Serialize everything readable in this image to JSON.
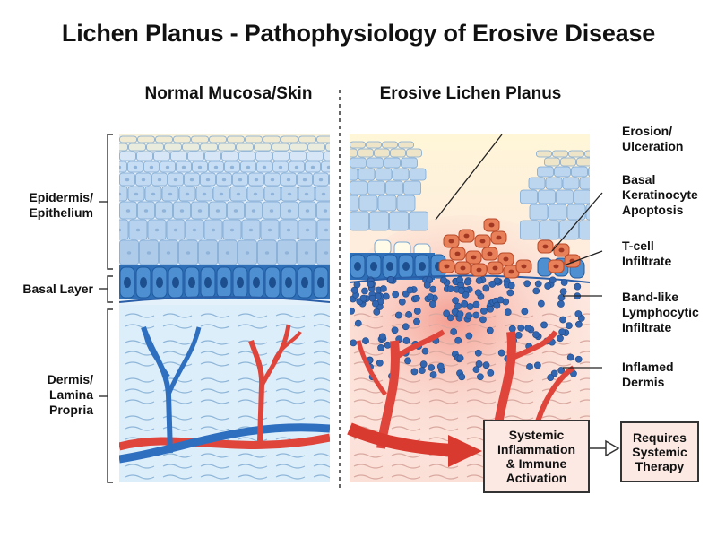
{
  "title": "Lichen Planus - Pathophysiology of Erosive Disease",
  "panels": {
    "normal": "Normal Mucosa/Skin",
    "erosive": "Erosive Lichen Planus"
  },
  "left_labels": {
    "epidermis": "Epidermis/\nEpithelium",
    "basal": "Basal Layer",
    "dermis": "Dermis/\nLamina\nPropria"
  },
  "right_labels": {
    "erosion": "Erosion/\nUlceration",
    "apoptosis": "Basal\nKeratinocyte\nApoptosis",
    "tcell": "T-cell\nInfiltrate",
    "band": "Band-like\nLymphocytic\nInfiltrate",
    "inflamed": "Inflamed\nDermis"
  },
  "boxes": {
    "systemic": "Systemic\nInflammation\n& Immune\nActivation",
    "therapy": "Requires\nSystemic\nTherapy"
  },
  "colors": {
    "cell_blue": "#bcd6f0",
    "basal_blue": "#3b7fc4",
    "vessel_red": "#e0453c",
    "vessel_blue": "#2f6fc0",
    "apoptotic": "#e8805a",
    "lymphocyte": "#3366b0",
    "box_fill": "#fde9e4"
  }
}
